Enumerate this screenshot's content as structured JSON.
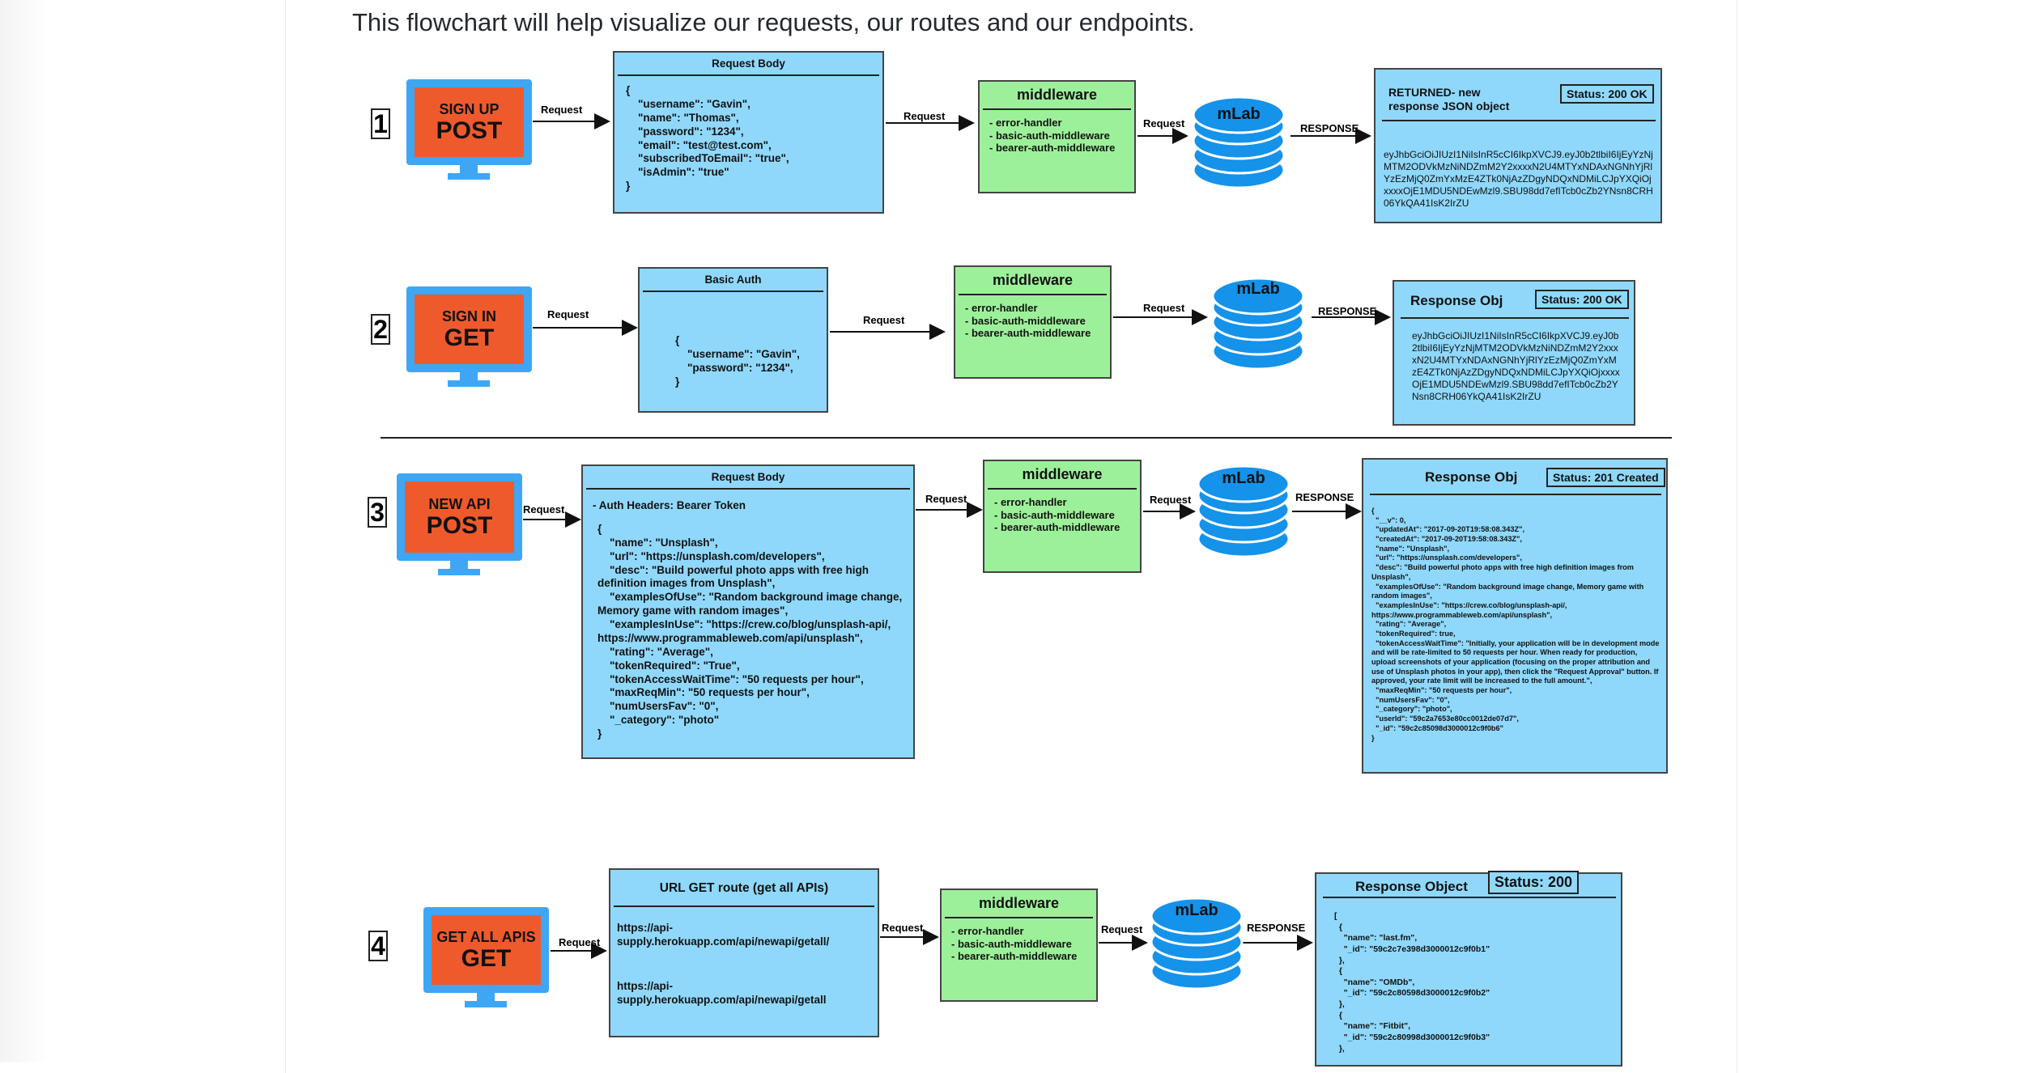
{
  "intro": "This flowchart will help visualize our requests, our routes and our endpoints.",
  "arrow_request": "Request",
  "arrow_response": "RESPONSE",
  "db_label": "mLab",
  "middleware": {
    "title": "middleware",
    "items": [
      "- error-handler",
      "- basic-auth-middleware",
      "- bearer-auth-middleware"
    ]
  },
  "rows": [
    {
      "number": "1",
      "screen_top": "SIGN UP",
      "screen_main": "POST",
      "request_title": "Request Body",
      "request_body": "{\n    \"username\": \"Gavin\",\n    \"name\": \"Thomas\",\n    \"password\": \"1234\",\n    \"email\": \"test@test.com\",\n    \"subscribedToEmail\": \"true\",\n    \"isAdmin\": \"true\"\n}",
      "response_title": "RETURNED- new\nresponse JSON object",
      "status": "Status: 200 OK",
      "response_body": "eyJhbGciOiJIUzI1NiIsInR5cCI6IkpXVCJ9.eyJ0b2tlbiI6IjEyYzNjMTM2ODVkMzNiNDZmM2Y2xxxxN2U4MTYxNDAxNGNhYjRlYzEzMjQ0ZmYxMzE4ZTk0NjAzZDgyNDQxNDMiLCJpYXQiOjxxxxOjE1MDU5NDEwMzl9.SBU98dd7efITcb0cZb2YNsn8CRH06YkQA41IsK2IrZU"
    },
    {
      "number": "2",
      "screen_top": "SIGN IN",
      "screen_main": "GET",
      "request_title": "Basic Auth",
      "request_body": "{\n    \"username\": \"Gavin\",\n    \"password\": \"1234\",\n}",
      "response_title": "Response Obj",
      "status": "Status: 200 OK",
      "response_body": "eyJhbGciOiJIUzI1NiIsInR5cCI6IkpXVCJ9.eyJ0b2tlbiI6IjEyYzNjMTM2ODVkMzNiNDZmM2Y2xxxxN2U4MTYxNDAxNGNhYjRlYzEzMjQ0ZmYxMzE4ZTk0NjAzZDgyNDQxNDMiLCJpYXQiOjxxxxOjE1MDU5NDEwMzl9.SBU98dd7efITcb0cZb2YNsn8CRH06YkQA41IsK2IrZU"
    },
    {
      "number": "3",
      "screen_top": "NEW API",
      "screen_main": "POST",
      "request_title": "Request Body",
      "request_header": "- Auth Headers: Bearer Token",
      "request_body": "{\n    \"name\": \"Unsplash\",\n    \"url\": \"https://unsplash.com/developers\",\n    \"desc\": \"Build powerful photo apps with free high definition images from Unsplash\",\n    \"examplesOfUse\": \"Random background image change, Memory game with random images\",\n    \"examplesInUse\": \"https://crew.co/blog/unsplash-api/, https://www.programmableweb.com/api/unsplash\",\n    \"rating\": \"Average\",\n    \"tokenRequired\": \"True\",\n    \"tokenAccessWaitTime\": \"50 requests per hour\",\n    \"maxReqMin\": \"50 requests per hour\",\n    \"numUsersFav\": \"0\",\n    \"_category\": \"photo\"\n}",
      "response_title": "Response Obj",
      "status": "Status: 201 Created",
      "response_body": "{\n  \"__v\": 0,\n  \"updatedAt\": \"2017-09-20T19:58:08.343Z\",\n  \"createdAt\": \"2017-09-20T19:58:08.343Z\",\n  \"name\": \"Unsplash\",\n  \"url\": \"https://unsplash.com/developers\",\n  \"desc\": \"Build powerful photo apps with free high definition images from Unsplash\",\n  \"examplesOfUse\": \"Random background image change, Memory game with random images\",\n  \"examplesInUse\": \"https://crew.co/blog/unsplash-api/, https://www.programmableweb.com/api/unsplash\",\n  \"rating\": \"Average\",\n  \"tokenRequired\": true,\n  \"tokenAccessWaitTime\": \"Initially, your application will be in development mode and will be rate-limited to 50 requests per hour. When ready for production, upload screenshots of your application (focusing on the proper attribution and use of Unsplash photos in your app), then click the \"Request Approval\" button. If approved, your rate limit will be increased to the full amount.\",\n  \"maxReqMin\": \"50 requests per hour\",\n  \"numUsersFav\": \"0\",\n  \"_category\": \"photo\",\n  \"userId\": \"59c2a7653e80cc0012de07d7\",\n  \"_id\": \"59c2c85098d3000012c9f0b6\"\n}"
    },
    {
      "number": "4",
      "screen_top": "GET ALL APIS",
      "screen_main": "GET",
      "request_title": "URL GET route (get all APIs)",
      "request_body_1": "https://api-supply.herokuapp.com/api/newapi/getall/",
      "request_body_2": "https://api-supply.herokuapp.com/api/newapi/getall",
      "response_title": "Response Object",
      "status": "Status: 200",
      "response_body": "[\n  {\n    \"name\": \"last.fm\",\n    \"_id\": \"59c2c7e398d3000012c9f0b1\"\n  },\n  {\n    \"name\": \"OMDb\",\n    \"_id\": \"59c2c80598d3000012c9f0b2\"\n  },\n  {\n    \"name\": \"Fitbit\",\n    \"_id\": \"59c2c80998d3000012c9f0b3\"\n  },"
    }
  ]
}
